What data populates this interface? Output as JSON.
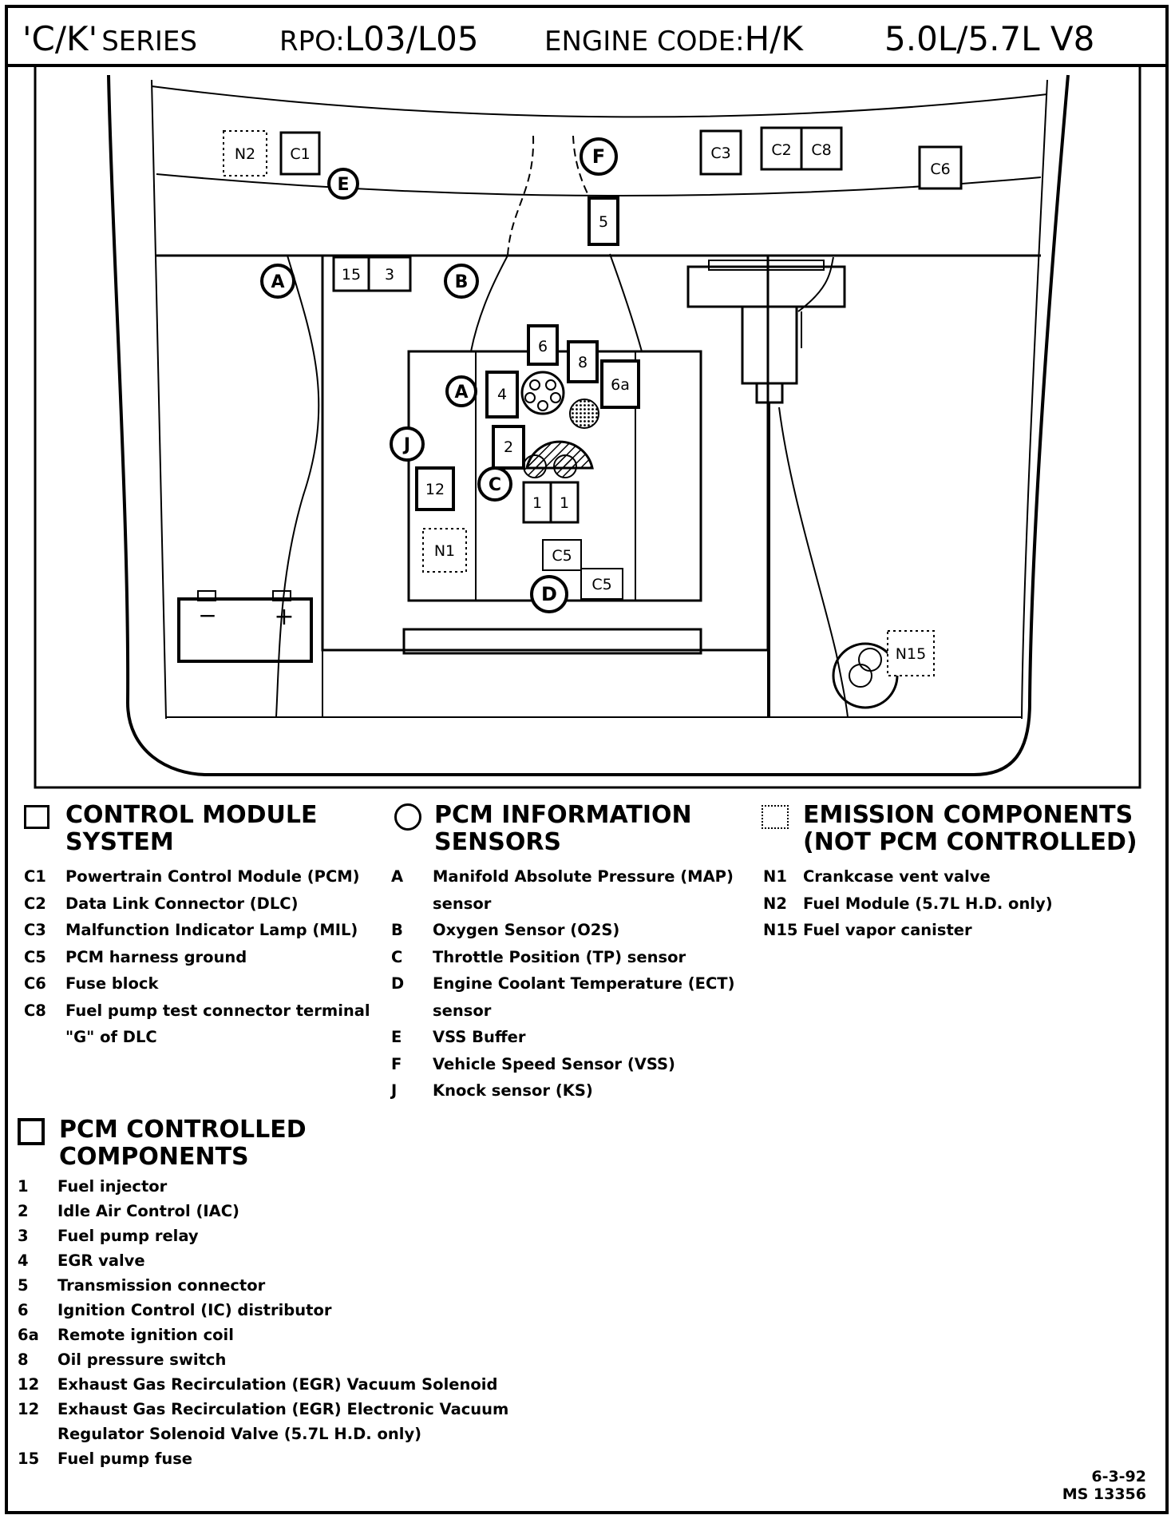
{
  "header": {
    "series": "'C/K'",
    "series_word": "SERIES",
    "rpo_label": "RPO:",
    "rpo_value": "L03/L05",
    "engine_label": "ENGINE CODE:",
    "engine_value": "H/K",
    "displacement": "5.0L/5.7L  V8"
  },
  "diagram_labels": {
    "N2": "N2",
    "C1": "C1",
    "E": "E",
    "F": "F",
    "C3": "C3",
    "C2": "C2",
    "C8": "C8",
    "C6": "C6",
    "5": "5",
    "A_left": "A",
    "15": "15",
    "3": "3",
    "B": "B",
    "6": "6",
    "8": "8",
    "6a": "6a",
    "A_center": "A",
    "4": "4",
    "J": "J",
    "2": "2",
    "12": "12",
    "C": "C",
    "1a": "1",
    "1b": "1",
    "N1": "N1",
    "C5a": "C5",
    "C5b": "C5",
    "D": "D",
    "N15": "N15",
    "minus": "−",
    "plus": "+"
  },
  "legend": {
    "control": {
      "title1": "CONTROL MODULE",
      "title2": "SYSTEM",
      "items": [
        {
          "code": "C1",
          "text": "Powertrain Control Module (PCM)"
        },
        {
          "code": "C2",
          "text": "Data Link Connector (DLC)"
        },
        {
          "code": "C3",
          "text": "Malfunction Indicator Lamp (MIL)"
        },
        {
          "code": "C5",
          "text": "PCM harness ground"
        },
        {
          "code": "C6",
          "text": "Fuse block"
        },
        {
          "code": "C8",
          "text": "Fuel pump test connector terminal"
        },
        {
          "code": "",
          "text": "\"G\" of DLC"
        }
      ]
    },
    "sensors": {
      "title1": "PCM INFORMATION",
      "title2": "SENSORS",
      "items": [
        {
          "code": "A",
          "text": "Manifold Absolute Pressure (MAP)"
        },
        {
          "code": "",
          "text": "sensor"
        },
        {
          "code": "B",
          "text": "Oxygen Sensor (O2S)"
        },
        {
          "code": "C",
          "text": "Throttle Position (TP) sensor"
        },
        {
          "code": "D",
          "text": "Engine Coolant Temperature (ECT)"
        },
        {
          "code": "",
          "text": "sensor"
        },
        {
          "code": "E",
          "text": "VSS Buffer"
        },
        {
          "code": "F",
          "text": "Vehicle Speed Sensor (VSS)"
        },
        {
          "code": "J",
          "text": "Knock sensor (KS)"
        }
      ]
    },
    "emission": {
      "title1": "EMISSION COMPONENTS",
      "title2": "(NOT PCM CONTROLLED)",
      "items": [
        {
          "code": "N1",
          "text": "Crankcase vent valve"
        },
        {
          "code": "N2",
          "text": "Fuel Module (5.7L H.D. only)"
        },
        {
          "code": "N15",
          "text": "Fuel vapor canister"
        }
      ]
    },
    "controlled": {
      "title1": "PCM CONTROLLED",
      "title2": "COMPONENTS",
      "items": [
        {
          "code": "1",
          "text": "Fuel injector"
        },
        {
          "code": "2",
          "text": "Idle Air Control (IAC)"
        },
        {
          "code": "3",
          "text": "Fuel pump relay"
        },
        {
          "code": "4",
          "text": "EGR valve"
        },
        {
          "code": "5",
          "text": "Transmission connector"
        },
        {
          "code": "6",
          "text": "Ignition Control (IC) distributor"
        },
        {
          "code": "6a",
          "text": "Remote ignition coil"
        },
        {
          "code": "8",
          "text": "Oil pressure switch"
        },
        {
          "code": "12",
          "text": "Exhaust Gas Recirculation (EGR) Vacuum Solenoid"
        },
        {
          "code": "12",
          "text": "Exhaust Gas Recirculation (EGR) Electronic Vacuum"
        },
        {
          "code": "",
          "text": "Regulator Solenoid Valve (5.7L H.D. only)"
        },
        {
          "code": "15",
          "text": "Fuel pump fuse"
        }
      ]
    }
  },
  "footer": {
    "date": "6-3-92",
    "ref": "MS 13356"
  }
}
